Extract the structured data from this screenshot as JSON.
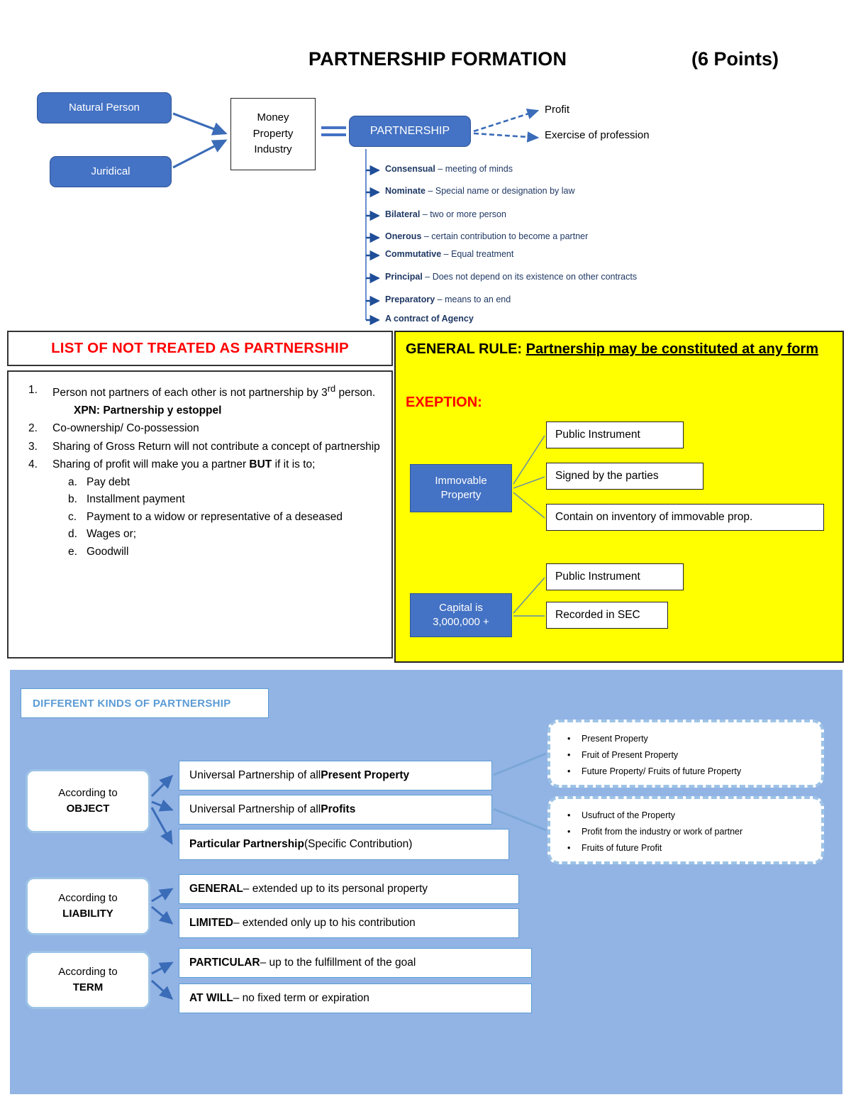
{
  "header": {
    "title": "PARTNERSHIP FORMATION",
    "points": "(6 Points)"
  },
  "top_diagram": {
    "sources": [
      {
        "label": "Natural Person"
      },
      {
        "label": "Juridical"
      }
    ],
    "contribution_box": {
      "line1": "Money",
      "line2": "Property",
      "line3": "Industry"
    },
    "center": {
      "label": "PARTNERSHIP"
    },
    "purposes": [
      {
        "label": "Profit"
      },
      {
        "label": "Exercise of profession"
      }
    ],
    "characteristics": [
      {
        "term": "Consensual",
        "desc": " – meeting of minds"
      },
      {
        "term": "Nominate",
        "desc": " – Special name or designation by law"
      },
      {
        "term": "Bilateral",
        "desc": " – two or more person"
      },
      {
        "term": "Onerous",
        "desc": " – certain contribution to become a partner"
      },
      {
        "term": "Commutative",
        "desc": " – Equal treatment"
      },
      {
        "term": "Principal",
        "desc": " – Does not depend on its existence on other contracts"
      },
      {
        "term": "Preparatory",
        "desc": " – means to an end"
      },
      {
        "term": "A contract of Agency",
        "desc": ""
      }
    ]
  },
  "not_partnership_panel": {
    "heading": "LIST OF NOT TREATED AS PARTNERSHIP",
    "items": [
      {
        "marker": "1.",
        "text": "Person not partners of each other is not partnership by 3rd person.",
        "note": "XPN: Partnership y estoppel"
      },
      {
        "marker": "2.",
        "text": "Co-ownership/ Co-possession"
      },
      {
        "marker": "3.",
        "text": "Sharing of Gross Return will not contribute a concept of partnership"
      },
      {
        "marker": "4.",
        "text_pre": "Sharing of profit will make you a partner ",
        "text_bold": "BUT",
        "text_post": " if it is to;",
        "subitems": [
          {
            "marker": "a.",
            "text": "Pay debt"
          },
          {
            "marker": "b.",
            "text": "Installment payment"
          },
          {
            "marker": "c.",
            "text": "Payment to a widow or representative of a deseased"
          },
          {
            "marker": "d.",
            "text": "Wages or;"
          },
          {
            "marker": "e.",
            "text": "Goodwill"
          }
        ]
      }
    ]
  },
  "form_panel": {
    "general_rule_label": "GENERAL RULE:",
    "general_rule_text": "Partnership may be constituted at any form",
    "exception_label": "EXEPTION:",
    "groups": [
      {
        "source_line1": "Immovable",
        "source_line2": "Property",
        "requirements": [
          "Public Instrument",
          "Signed by the parties",
          "Contain on inventory of immovable prop."
        ]
      },
      {
        "source_line1": "Capital is",
        "source_line2": "3,000,000 +",
        "requirements": [
          "Public Instrument",
          "Recorded in SEC"
        ]
      }
    ]
  },
  "kinds_panel": {
    "title": "DIFFERENT KINDS OF PARTNERSHIP",
    "categories": [
      {
        "prefix": "According to",
        "name": "OBJECT",
        "kinds": [
          {
            "pre": "Universal Partnership of all ",
            "bold": "Present Property",
            "post": ""
          },
          {
            "pre": "Universal Partnership of all ",
            "bold": "Profits",
            "post": ""
          },
          {
            "pre": "",
            "bold": "Particular Partnership",
            "post": " (Specific Contribution)"
          }
        ]
      },
      {
        "prefix": "According to",
        "name": "LIABILITY",
        "kinds": [
          {
            "pre": "",
            "bold": "GENERAL",
            "post": " – extended up to its personal property"
          },
          {
            "pre": "",
            "bold": "LIMITED",
            "post": " – extended only up to his contribution"
          }
        ]
      },
      {
        "prefix": "According to",
        "name": "TERM",
        "kinds": [
          {
            "pre": "",
            "bold": "PARTICULAR",
            "post": " – up to the fulfillment of the goal"
          },
          {
            "pre": "",
            "bold": "AT WILL",
            "post": " – no fixed term or expiration"
          }
        ]
      }
    ],
    "callouts": [
      {
        "items": [
          "Present Property",
          "Fruit of Present Property",
          "Future Property/ Fruits of future Property"
        ]
      },
      {
        "items": [
          "Usufruct of the Property",
          "Profit from the industry or work of partner",
          "Fruits of future Profit"
        ]
      }
    ]
  },
  "colors": {
    "brand_blue": "#4472C4",
    "dark_blue_text": "#1F3864",
    "light_blue_panel": "#92B4E4",
    "accent_blue": "#5B9BD5",
    "highlight_yellow": "#FFFF00",
    "alert_red": "#FF0000"
  }
}
